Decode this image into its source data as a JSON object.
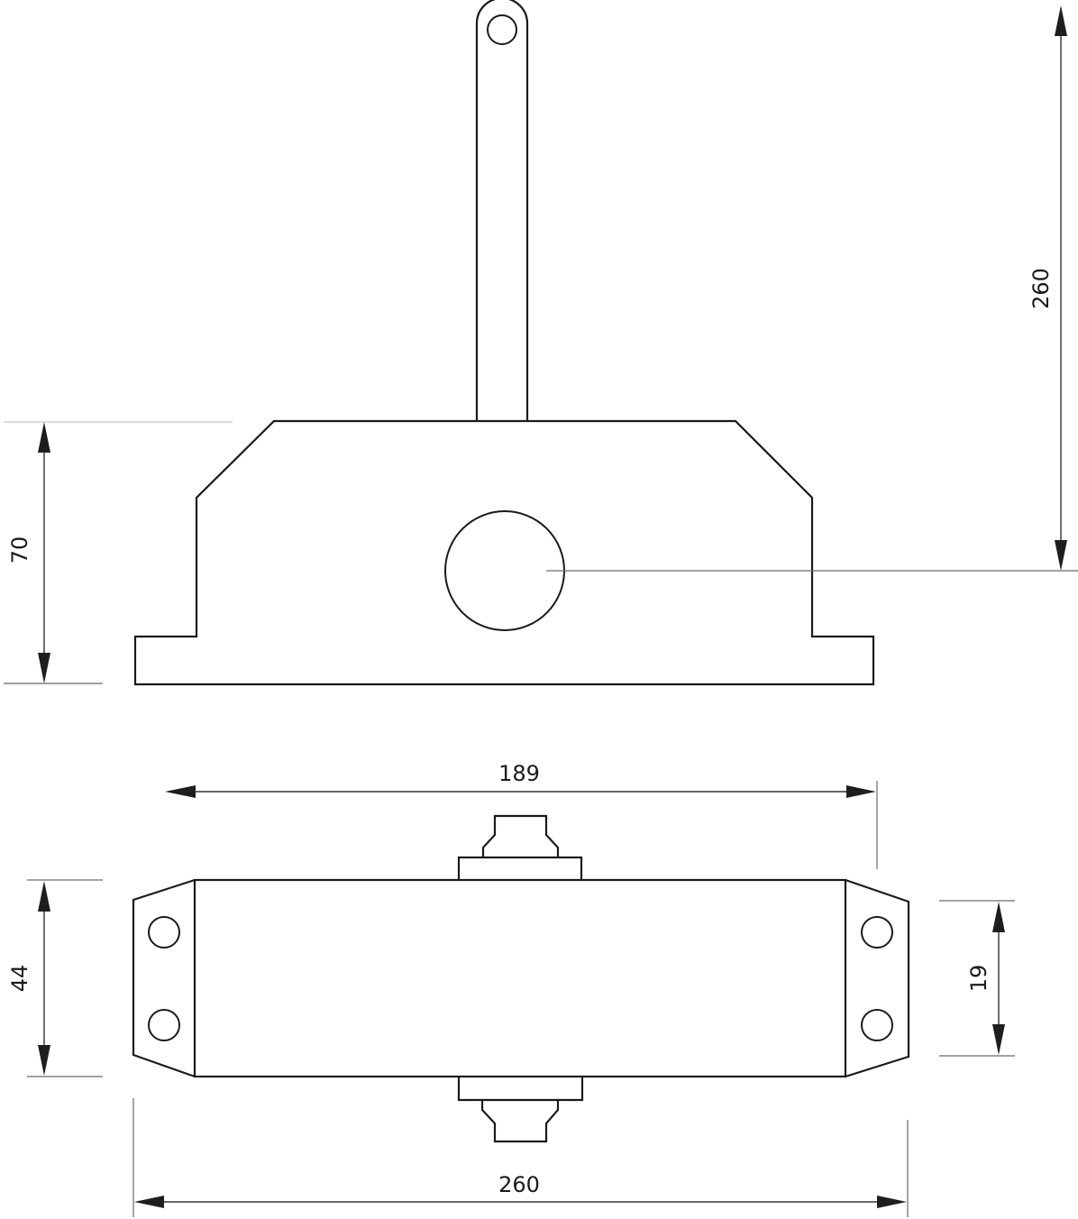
{
  "drawing": {
    "title": "Door closer dimensional drawing",
    "views": [
      "side-view",
      "top-view"
    ],
    "dimensions": {
      "arm_height": "260",
      "body_height": "70",
      "arm_span": "189",
      "body_width": "44",
      "mount_hole_spacing": "19",
      "overall_length": "260"
    },
    "colors": {
      "line": "#1a1a1a",
      "extension": "#6a6a6a",
      "arrow": "#1e1e1e",
      "background": "#ffffff"
    }
  }
}
